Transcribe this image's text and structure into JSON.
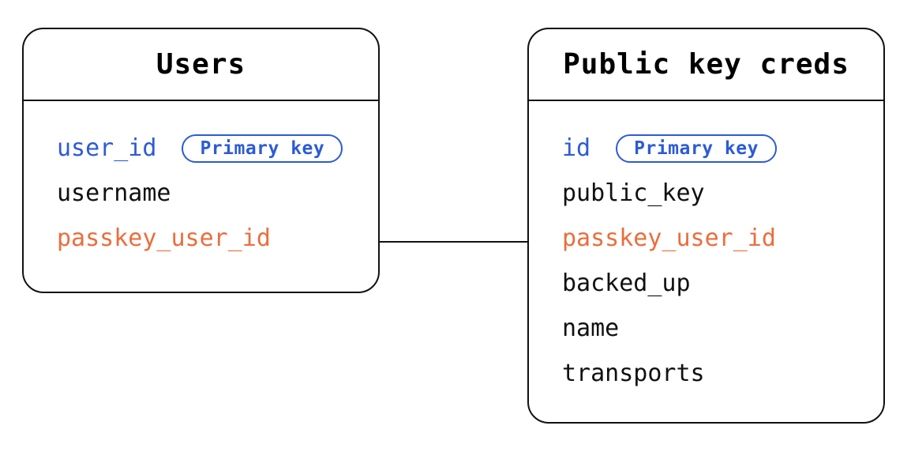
{
  "diagram": {
    "kind": "entity-relationship",
    "colors": {
      "primary_key_blue": "#2C5BD6",
      "foreign_key_orange": "#EA6E3C",
      "line_black": "#111111",
      "background": "#ffffff"
    },
    "tables": [
      {
        "title": "Users",
        "fields": [
          {
            "label": "user_id",
            "role": "primary-key",
            "badge": "Primary key"
          },
          {
            "label": "username",
            "role": "plain"
          },
          {
            "label": "passkey_user_id",
            "role": "foreign-key"
          }
        ]
      },
      {
        "title": "Public key creds",
        "fields": [
          {
            "label": "id",
            "role": "primary-key",
            "badge": "Primary key"
          },
          {
            "label": "public_key",
            "role": "plain"
          },
          {
            "label": "passkey_user_id",
            "role": "foreign-key"
          },
          {
            "label": "backed_up",
            "role": "plain"
          },
          {
            "label": "name",
            "role": "plain"
          },
          {
            "label": "transports",
            "role": "plain"
          }
        ]
      }
    ],
    "relationship": {
      "from_table": "Users",
      "from_field": "passkey_user_id",
      "to_table": "Public key creds",
      "to_field": "passkey_user_id"
    }
  }
}
